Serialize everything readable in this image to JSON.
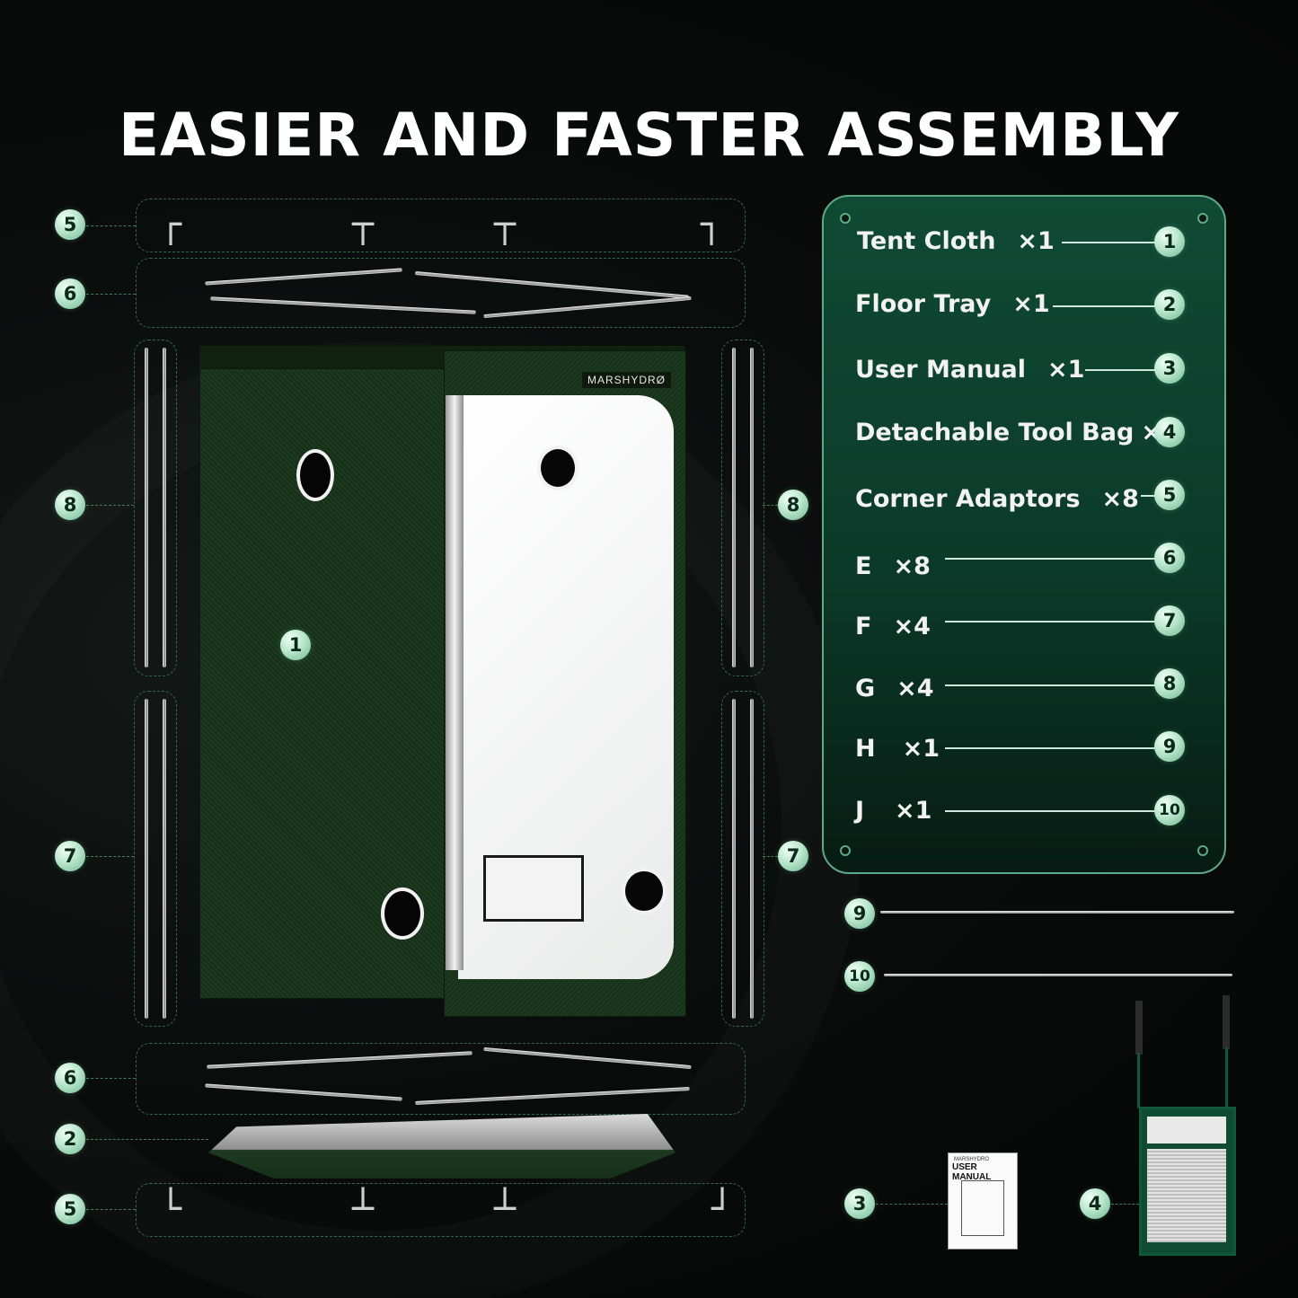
{
  "title": "EASIER AND FASTER ASSEMBLY",
  "brand": "MARSHYDRØ",
  "manual": {
    "brand": "MARSHYDRO",
    "title": "USER MANUAL"
  },
  "parts": [
    {
      "num": "1",
      "name": "Tent Cloth",
      "qty": "×1"
    },
    {
      "num": "2",
      "name": "Floor Tray",
      "qty": "×1"
    },
    {
      "num": "3",
      "name": "User Manual",
      "qty": "×1"
    },
    {
      "num": "4",
      "name": "Detachable Tool Bag",
      "qty": "×1"
    },
    {
      "num": "5",
      "name": "Corner Adaptors",
      "qty": "×8"
    },
    {
      "num": "6",
      "name": "E",
      "qty": "×8"
    },
    {
      "num": "7",
      "name": "F",
      "qty": "×4"
    },
    {
      "num": "8",
      "name": "G",
      "qty": "×4"
    },
    {
      "num": "9",
      "name": "H",
      "qty": "×1"
    },
    {
      "num": "10",
      "name": "J",
      "qty": "×1"
    }
  ],
  "colors": {
    "panel": "#0f4a35",
    "accent": "#5ea987",
    "badge": "#b9e6cc",
    "background": "#050807"
  }
}
